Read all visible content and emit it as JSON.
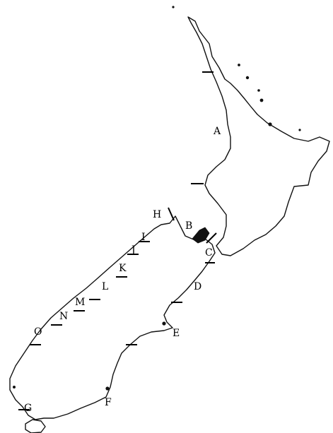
{
  "map": {
    "colors": {
      "land_outline": "#111111",
      "background": "#ffffff",
      "markers": "#000000"
    },
    "segment_labels": [
      "A",
      "B",
      "C",
      "D",
      "E",
      "F",
      "G",
      "H",
      "I",
      "J",
      "K",
      "L",
      "M",
      "N",
      "O"
    ]
  }
}
